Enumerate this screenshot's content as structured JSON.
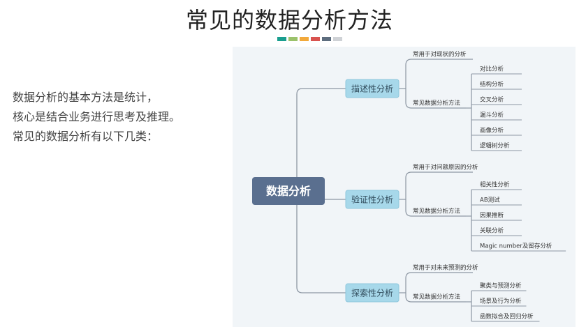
{
  "title": "常见的数据分析方法",
  "color_bar": [
    "#1a9e8f",
    "#9bc26b",
    "#f2a93b",
    "#d9534f",
    "#5d6d7e",
    "#cfd2d6"
  ],
  "intro": {
    "line1": "数据分析的基本方法是统计，",
    "line2": "核心是结合业务进行思考及推理。",
    "line3": "常见的数据分析有以下几类："
  },
  "mindmap": {
    "root": "数据分析",
    "branches": [
      {
        "label": "描述性分析",
        "purpose": "常用于对现状的分析",
        "methods_label": "常见数据分析方法",
        "methods": [
          "对比分析",
          "结构分析",
          "交叉分析",
          "漏斗分析",
          "画像分析",
          "逻辑树分析"
        ]
      },
      {
        "label": "验证性分析",
        "purpose": "常用于对问题原因的分析",
        "methods_label": "常见数据分析方法",
        "methods": [
          "相关性分析",
          "AB测试",
          "因果推断",
          "关联分析",
          "Magic number及留存分析"
        ]
      },
      {
        "label": "探索性分析",
        "purpose": "常用于对未来预测的分析",
        "methods_label": "常见数据分析方法",
        "methods": [
          "聚类与预测分析",
          "场景及行为分析",
          "函数拟合及回归分析"
        ]
      }
    ]
  }
}
